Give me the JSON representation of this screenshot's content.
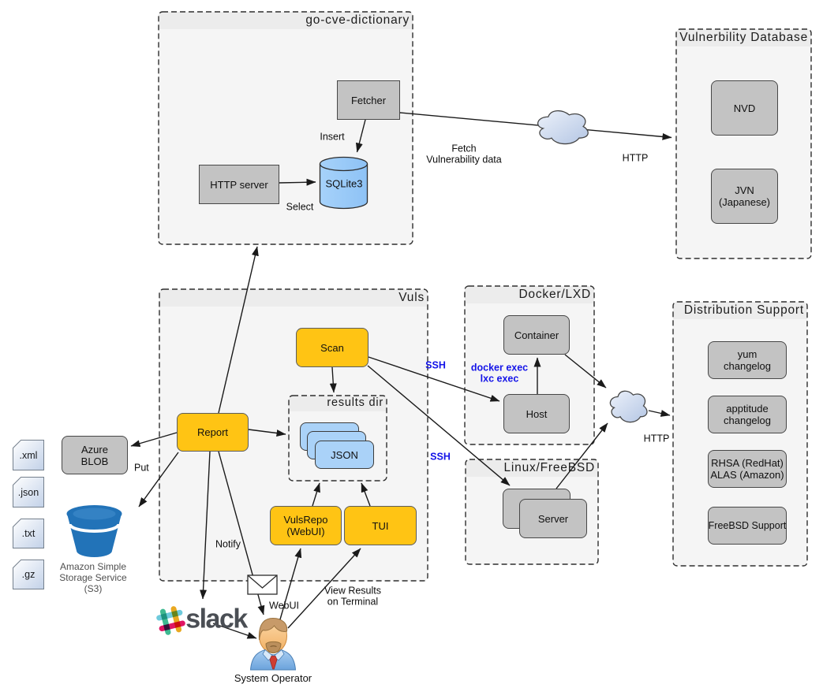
{
  "groups": {
    "go_cve_dictionary": {
      "title": "go-cve-dictionary"
    },
    "vulnerability_database": {
      "title": "Vulnerbility Database"
    },
    "vuls": {
      "title": "Vuls"
    },
    "results_dir": {
      "title": "results dir"
    },
    "docker_lxd": {
      "title": "Docker/LXD"
    },
    "linux_freebsd": {
      "title": "Linux/FreeBSD"
    },
    "distribution_support": {
      "title": "Distribution Support"
    }
  },
  "nodes": {
    "fetcher": "Fetcher",
    "http_server": "HTTP server",
    "sqlite3": "SQLite3",
    "nvd": "NVD",
    "jvn": "JVN\n(Japanese)",
    "scan": "Scan",
    "report": "Report",
    "json": "JSON",
    "vulsrepo": "VulsRepo\n(WebUI)",
    "tui": "TUI",
    "container": "Container",
    "host": "Host",
    "server": "Server",
    "yum_changelog": "yum\nchangelog",
    "apptitude_changelog": "apptitude\nchangelog",
    "rhsa_alas": "RHSA (RedHat)\nALAS (Amazon)",
    "freebsd_support": "FreeBSD Support",
    "azure_blob": "Azure\nBLOB"
  },
  "edge_labels": {
    "insert": "Insert",
    "select": "Select",
    "fetch_vulnerability_data": "Fetch\nVulnerability data",
    "http_top": "HTTP",
    "http_right": "HTTP",
    "ssh_to_host": "SSH",
    "ssh_to_server": "SSH",
    "docker_exec": "docker exec\nlxc exec",
    "put": "Put",
    "notify": "Notify",
    "webui": "WebUI",
    "view_results": "View Results\non Terminal"
  },
  "file_badges": [
    ".xml",
    ".json",
    ".txt",
    ".gz"
  ],
  "captions": {
    "s3": "Amazon Simple\nStorage Service\n(S3)",
    "slack": "slack",
    "system_operator": "System Operator"
  },
  "colors": {
    "group_fill": "#f5f5f5",
    "node_gray": "#c3c3c3",
    "node_yellow": "#ffc414",
    "card_blue": "#aad2f8",
    "label_blue": "#1414e8",
    "bucket_blue": "#2273b8"
  }
}
